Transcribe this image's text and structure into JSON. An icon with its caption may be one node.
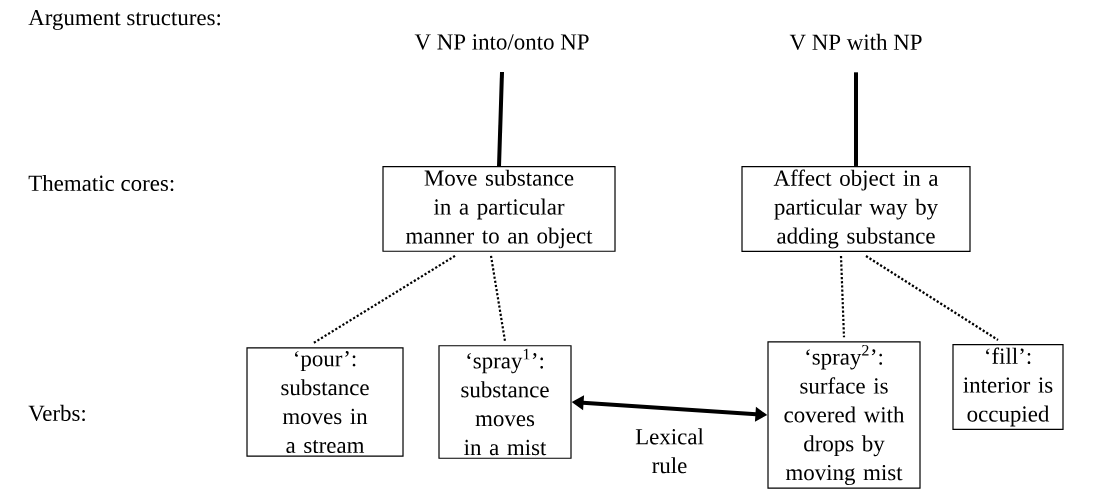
{
  "diagram": {
    "nodes": [
      {
        "text": [
          "V NP into/onto NP"
        ]
      },
      {
        "text": [
          "V NP with NP"
        ]
      },
      {
        "text": [
          "Move substance in a particular manner to an object"
        ]
      },
      {
        "text": [
          "Affect object in a particular way by adding substance"
        ]
      },
      {
        "text": [
          "‘pour’: substance moves in a stream"
        ]
      },
      {
        "text": [
          "‘spray$^{1}$’: substance moves in a mist"
        ]
      },
      {
        "text": [
          "‘spray$^{2}$’: surface is covered with drops by moving mist"
        ]
      },
      {
        "text": [
          "‘fill’: interior is occupied"
        ]
      }
    ],
    "edges": [
      {
        "from": 0,
        "to": 2,
        "arrow": "none",
        "style": "thick"
      },
      {
        "from": 1,
        "to": 3,
        "arrow": "none",
        "style": "thick"
      },
      {
        "from": 2,
        "to": 4,
        "arrow": "none",
        "style": "dashed"
      },
      {
        "from": 2,
        "to": 5,
        "arrow": "none",
        "style": "dashed"
      },
      {
        "from": 3,
        "to": 6,
        "arrow": "none",
        "style": "dashed"
      },
      {
        "from": 3,
        "to": 7,
        "arrow": "none",
        "style": "dashed"
      },
      {
        "from": 5,
        "to": 6,
        "arrow": "both",
        "style": "thick",
        "label": "Lexical rule"
      }
    ],
    "labels": [
      "Argument structures:",
      "Thematic cores:",
      "Verbs:"
    ]
  }
}
